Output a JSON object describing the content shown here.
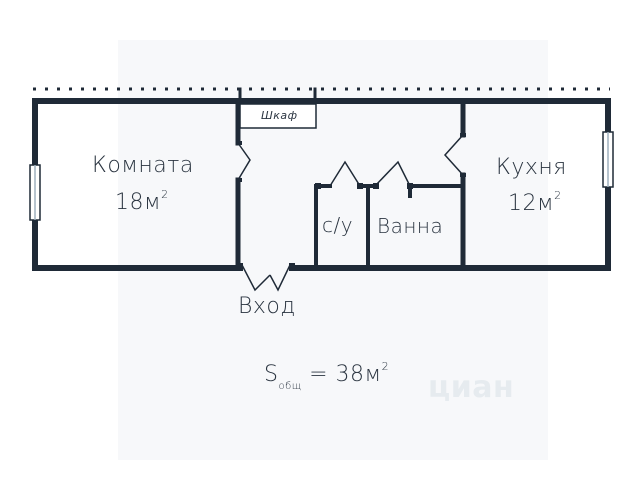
{
  "rooms": {
    "komnata": {
      "name": "Комната",
      "area": "18м",
      "sup": "2"
    },
    "kukhnya": {
      "name": "Кухня",
      "area": "12м",
      "sup": "2"
    },
    "su": {
      "name": "с/у"
    },
    "vanna": {
      "name": "Ванна"
    },
    "shkaf": {
      "name": "Шкаф"
    }
  },
  "entrance": {
    "label": "Вход"
  },
  "total": {
    "s": "S",
    "sub": "общ",
    "value": "= 38м",
    "sup": "2"
  },
  "watermark": {
    "text": "циан"
  },
  "colors": {
    "wall": "#1f2a37",
    "text": "#2a3440",
    "window": "#9fb0bd"
  }
}
